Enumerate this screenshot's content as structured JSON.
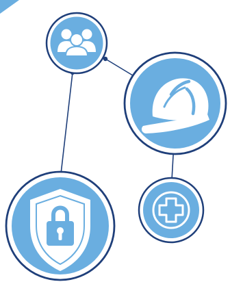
{
  "colors": {
    "fill": "#6aaee0",
    "stroke": "#1f3f7a",
    "white": "#ffffff",
    "background": "#ffffff"
  },
  "nodes": [
    {
      "id": "team",
      "icon": "team-icon"
    },
    {
      "id": "safety-helmet",
      "icon": "hard-hat-icon"
    },
    {
      "id": "medical",
      "icon": "medical-cross-icon"
    },
    {
      "id": "security",
      "icon": "shield-lock-icon"
    }
  ],
  "links": [
    {
      "from": "team",
      "to": "safety-helmet"
    },
    {
      "from": "team",
      "to": "security"
    },
    {
      "from": "safety-helmet",
      "to": "medical"
    }
  ]
}
